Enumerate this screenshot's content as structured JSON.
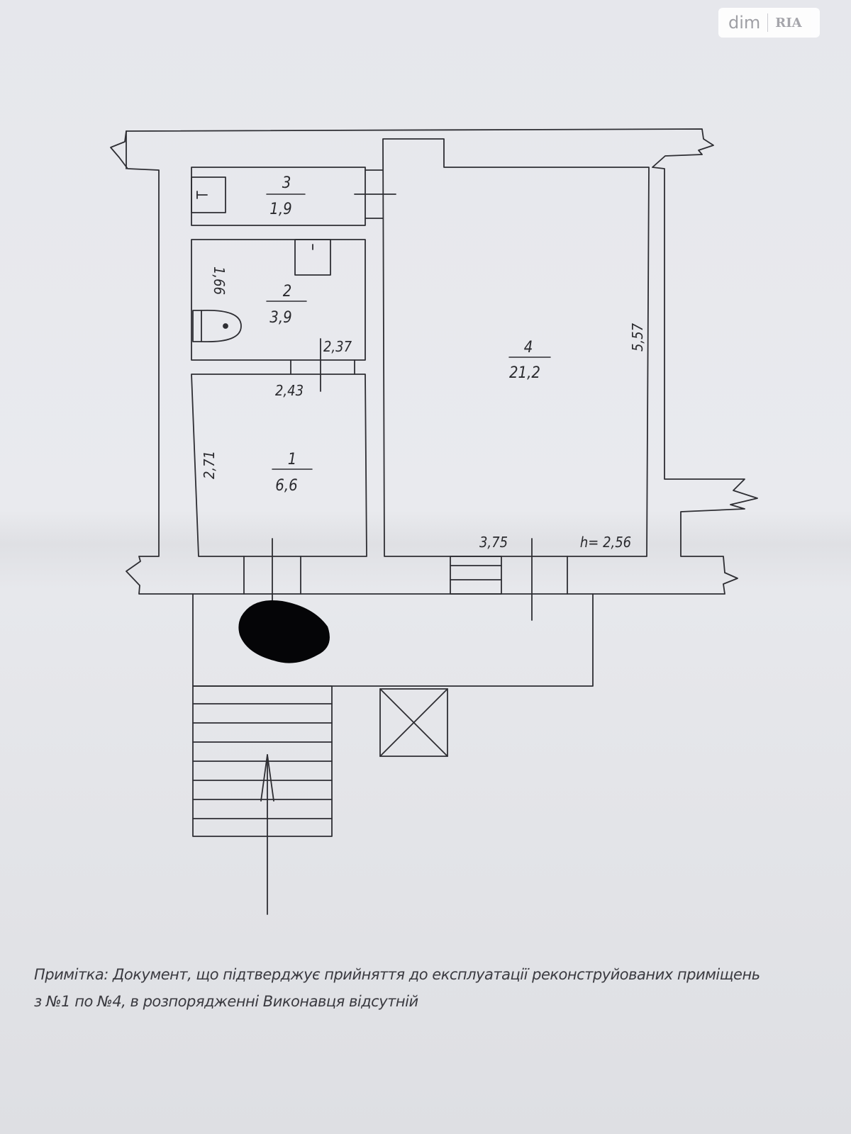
{
  "watermark": {
    "site": "dim",
    "brand": "RIA"
  },
  "rooms": [
    {
      "number": "3",
      "area": "1,9"
    },
    {
      "number": "2",
      "area": "3,9"
    },
    {
      "number": "1",
      "area": "6,6"
    },
    {
      "number": "4",
      "area": "21,2"
    }
  ],
  "dimensions": {
    "room2_height": "1,66",
    "room2_width": "2,37",
    "room1_width": "2,43",
    "room1_height": "2,71",
    "room4_height": "5,57",
    "room4_width": "3,75",
    "ceiling_height": "h= 2,56"
  },
  "note": {
    "line1": "Примітка: Документ, що підтверджує прийняття до експлуатації реконструйованих приміщень",
    "line2": "з №1 по №4, в розпорядженні Виконавця відсутній"
  }
}
